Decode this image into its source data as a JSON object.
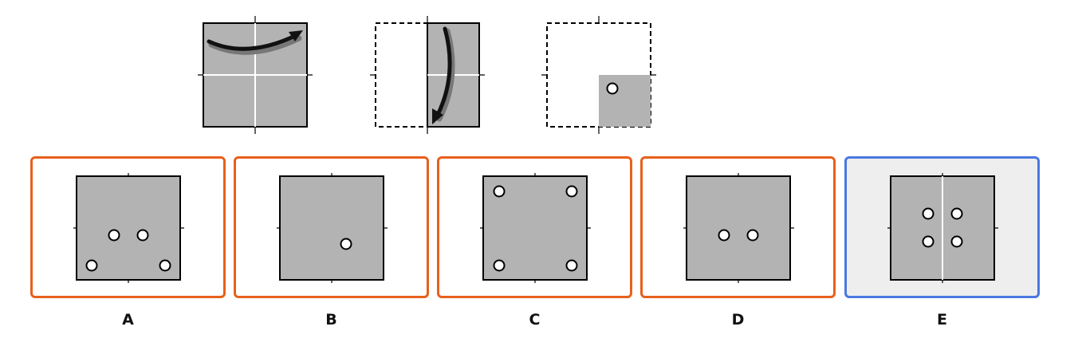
{
  "colors": {
    "paper_fill": "#b3b3b3",
    "option_border": "#e8601c",
    "selected_border": "#4a78e0",
    "selected_background": "#eeeeee"
  },
  "question": {
    "steps": [
      {
        "name": "fold-left-over-right",
        "icon": "curved-arrow-right-icon"
      },
      {
        "name": "fold-top-down",
        "icon": "curved-arrow-down-icon"
      },
      {
        "name": "punch-hole",
        "holes_shown": 1
      }
    ]
  },
  "options": [
    {
      "label": "A",
      "holes": 4,
      "selected": false
    },
    {
      "label": "B",
      "holes": 1,
      "selected": false
    },
    {
      "label": "C",
      "holes": 4,
      "selected": false
    },
    {
      "label": "D",
      "holes": 2,
      "selected": false
    },
    {
      "label": "E",
      "holes": 4,
      "selected": true
    }
  ]
}
